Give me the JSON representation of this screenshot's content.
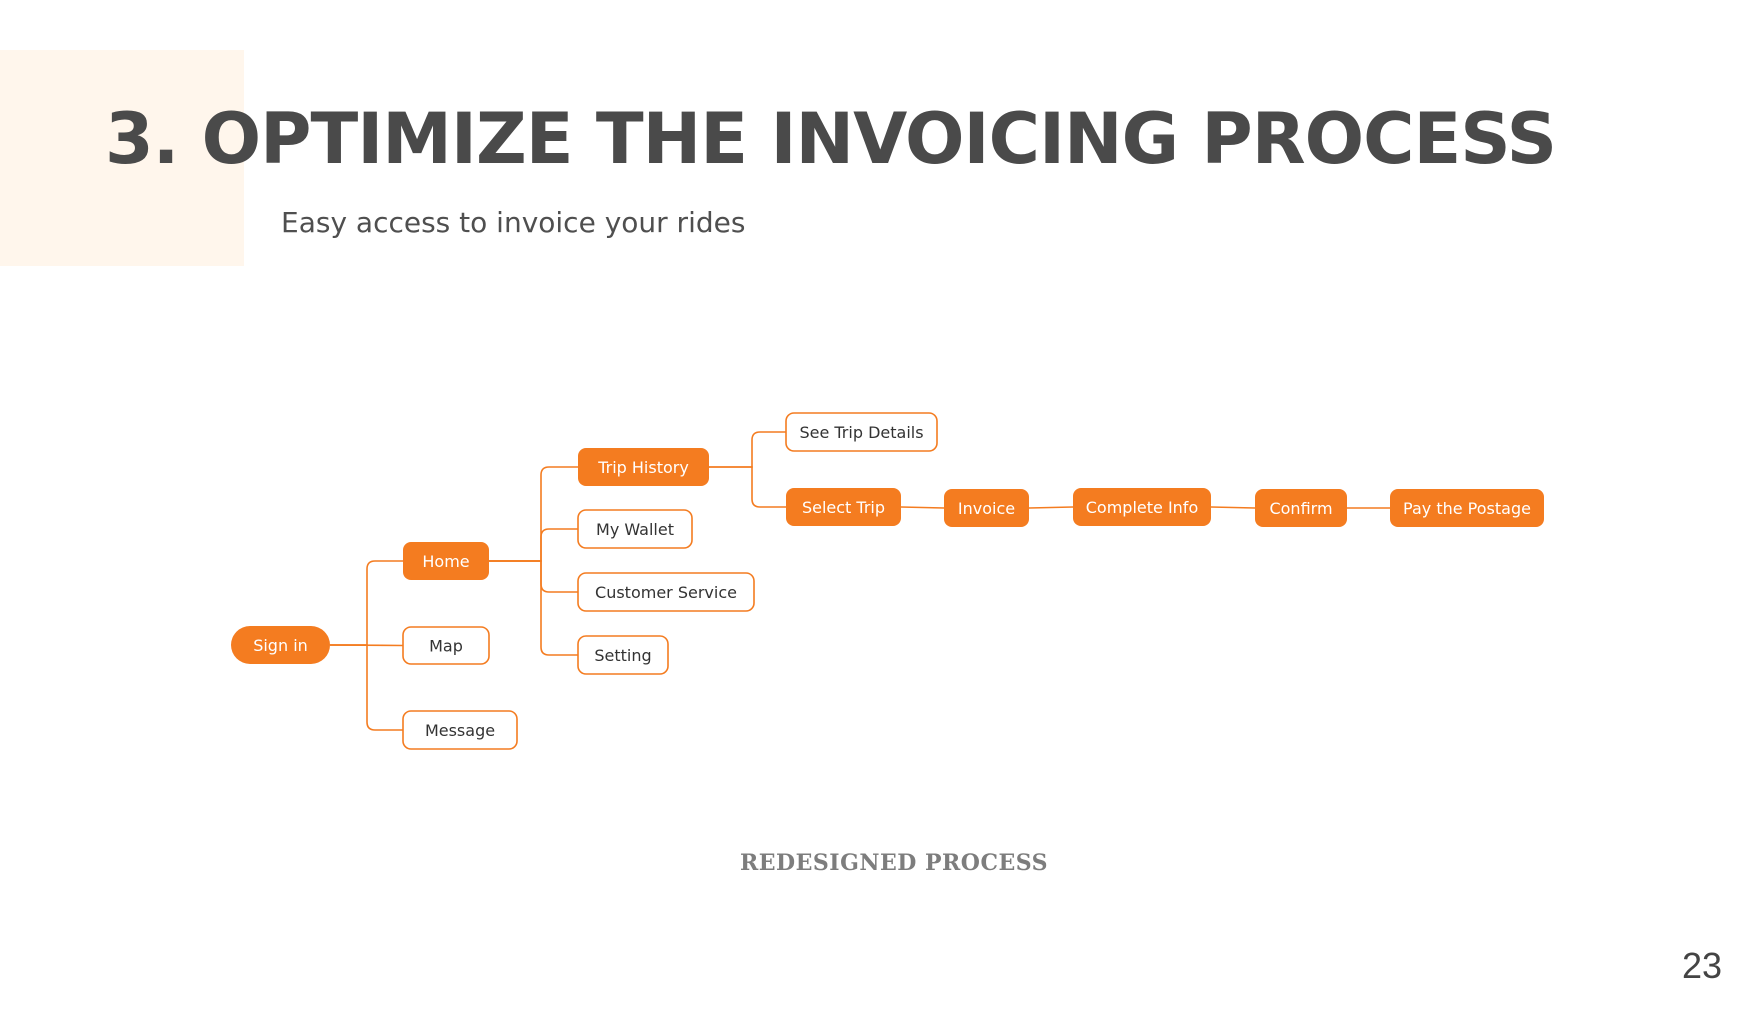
{
  "slide": {
    "title": "3. OPTIMIZE THE INVOICING PROCESS",
    "subtitle": "Easy access to invoice your rides",
    "caption": "REDESIGNED PROCESS",
    "page_number": "23"
  },
  "colors": {
    "accent": "#f47c20",
    "accent_block": "#fff6ec",
    "title_text": "#4a4a4a",
    "caption_text": "#7d7d7d",
    "outline_text": "#333333",
    "filled_text": "#ffffff"
  },
  "diagram": {
    "nodes": [
      {
        "id": "sign-in",
        "label": "Sign in",
        "style": "filled"
      },
      {
        "id": "home",
        "label": "Home",
        "style": "filled"
      },
      {
        "id": "map",
        "label": "Map",
        "style": "outline"
      },
      {
        "id": "message",
        "label": "Message",
        "style": "outline"
      },
      {
        "id": "trip-history",
        "label": "Trip History",
        "style": "filled"
      },
      {
        "id": "my-wallet",
        "label": "My Wallet",
        "style": "outline"
      },
      {
        "id": "customer-service",
        "label": "Customer Service",
        "style": "outline"
      },
      {
        "id": "setting",
        "label": "Setting",
        "style": "outline"
      },
      {
        "id": "see-trip-details",
        "label": "See Trip Details",
        "style": "outline"
      },
      {
        "id": "select-trip",
        "label": "Select Trip",
        "style": "filled"
      },
      {
        "id": "invoice",
        "label": "Invoice",
        "style": "filled"
      },
      {
        "id": "complete-info",
        "label": "Complete Info",
        "style": "filled"
      },
      {
        "id": "confirm",
        "label": "Confirm",
        "style": "filled"
      },
      {
        "id": "pay-the-postage",
        "label": "Pay the Postage",
        "style": "filled"
      }
    ],
    "edges": [
      {
        "from": "sign-in",
        "to": "home"
      },
      {
        "from": "sign-in",
        "to": "map"
      },
      {
        "from": "sign-in",
        "to": "message"
      },
      {
        "from": "home",
        "to": "trip-history"
      },
      {
        "from": "home",
        "to": "my-wallet"
      },
      {
        "from": "home",
        "to": "customer-service"
      },
      {
        "from": "home",
        "to": "setting"
      },
      {
        "from": "trip-history",
        "to": "see-trip-details"
      },
      {
        "from": "trip-history",
        "to": "select-trip"
      },
      {
        "from": "select-trip",
        "to": "invoice"
      },
      {
        "from": "invoice",
        "to": "complete-info"
      },
      {
        "from": "complete-info",
        "to": "confirm"
      },
      {
        "from": "confirm",
        "to": "pay-the-postage"
      }
    ]
  }
}
